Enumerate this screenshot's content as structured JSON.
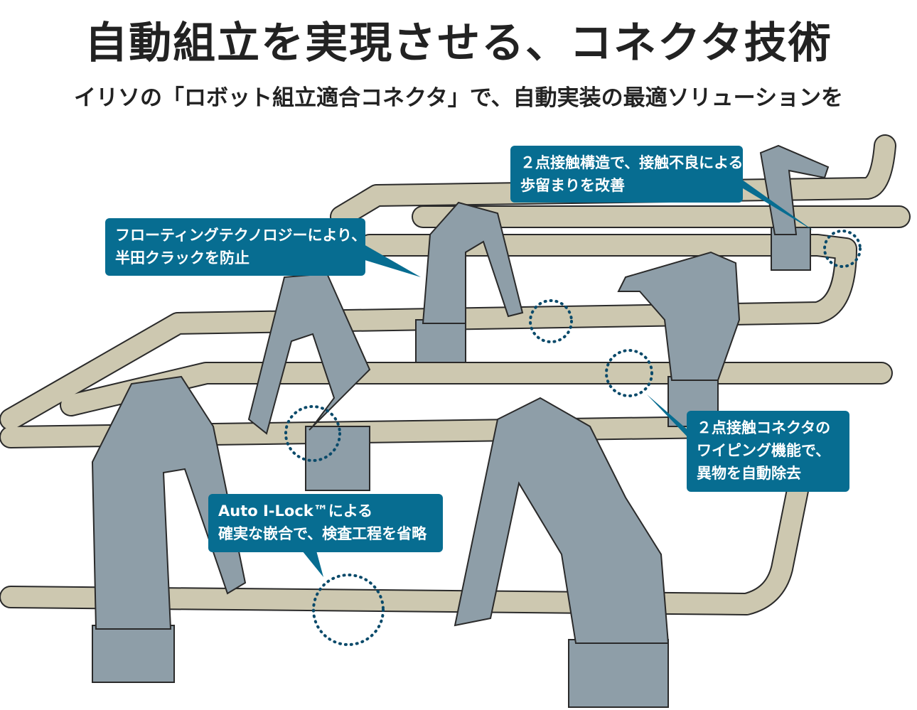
{
  "title": "自動組立を実現させる、コネクタ技術",
  "subtitle": "イリソの「ロボット組立適合コネクタ」で、自動実装の最適ソリューションを",
  "colors": {
    "callout": "#076d91",
    "track": "#cdc8b0",
    "robot": "#8e9ea8",
    "outline": "#2a2a2a",
    "dots": "#0a4a6a"
  },
  "callouts": [
    {
      "lines": [
        "２点接触構造で、接触不良による",
        "歩留まりを改善"
      ]
    },
    {
      "lines": [
        "フローティングテクノロジーにより、",
        "半田クラックを防止"
      ]
    },
    {
      "lines": [
        "２点接触コネクタの",
        "ワイピング機能で、",
        "異物を自動除去"
      ]
    },
    {
      "lines": [
        "Auto I-Lock™による",
        "確実な嵌合で、検査工程を省略"
      ]
    }
  ]
}
